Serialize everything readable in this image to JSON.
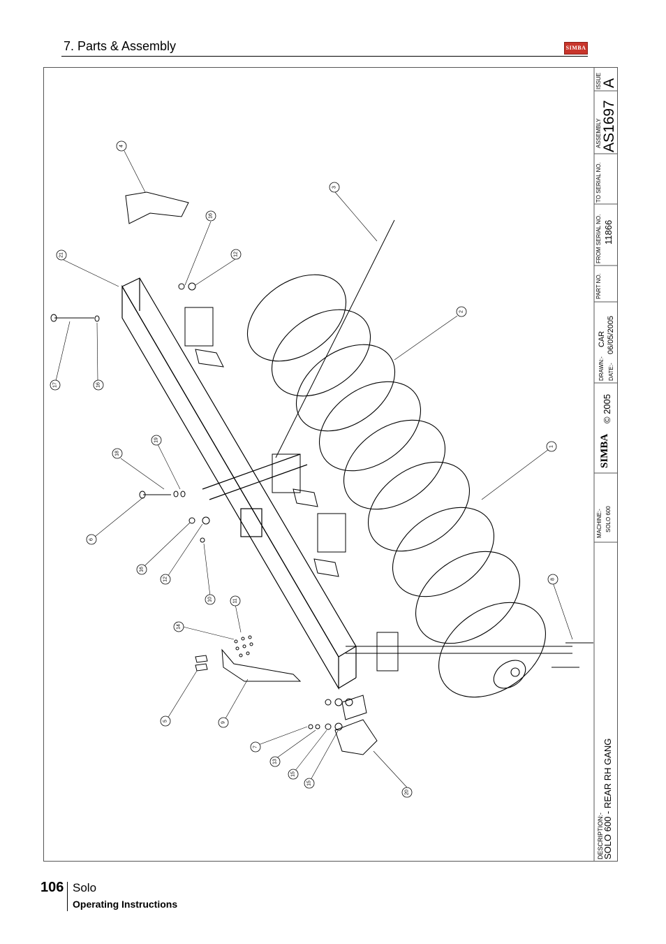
{
  "header": {
    "section_title": "7. Parts & Assembly",
    "logo_text": "SIMBA"
  },
  "title_block": {
    "issue_label": "ISSUE",
    "issue_value": "A",
    "assembly_label": "ASSEMBLY",
    "assembly_value": "AS1697",
    "to_serial_label": "TO SERIAL NO.",
    "from_serial_label": "FROM SERIAL NO.",
    "from_serial_value": "11866",
    "part_no_label": "PART NO.",
    "drawn_label": "DRAWN:-",
    "drawn_value": "CAR",
    "date_label": "DATE:-",
    "date_value": "06/05/2005",
    "brand": "SIMBA",
    "copyright": "© 2005",
    "machine_label": "MACHINE:-",
    "machine_value": "SOLO 600",
    "description_label": "DESCRIPTION:-",
    "description_value": "SOLO 600 - REAR RH GANG"
  },
  "callouts": [
    "1",
    "2",
    "3",
    "4",
    "5",
    "6",
    "7",
    "8",
    "9",
    "10",
    "11",
    "12",
    "12",
    "13",
    "14",
    "15",
    "15",
    "16",
    "16",
    "16",
    "17",
    "18",
    "19",
    "20",
    "21"
  ],
  "footer": {
    "page_number": "106",
    "product": "Solo",
    "subtitle": "Operating Instructions"
  },
  "colors": {
    "logo": "#c8352b",
    "line": "#000000"
  }
}
